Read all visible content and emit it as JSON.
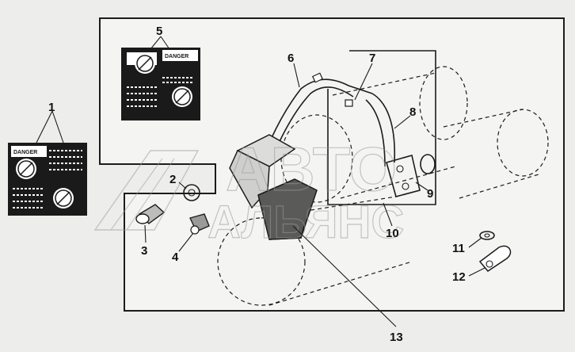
{
  "diagram": {
    "callouts": [
      "1",
      "2",
      "3",
      "4",
      "5",
      "6",
      "7",
      "8",
      "9",
      "10",
      "11",
      "12",
      "13"
    ],
    "decal_label": "DANGER",
    "watermark": {
      "line1": "АВТО",
      "line2": "АЛЬЯНС"
    }
  }
}
